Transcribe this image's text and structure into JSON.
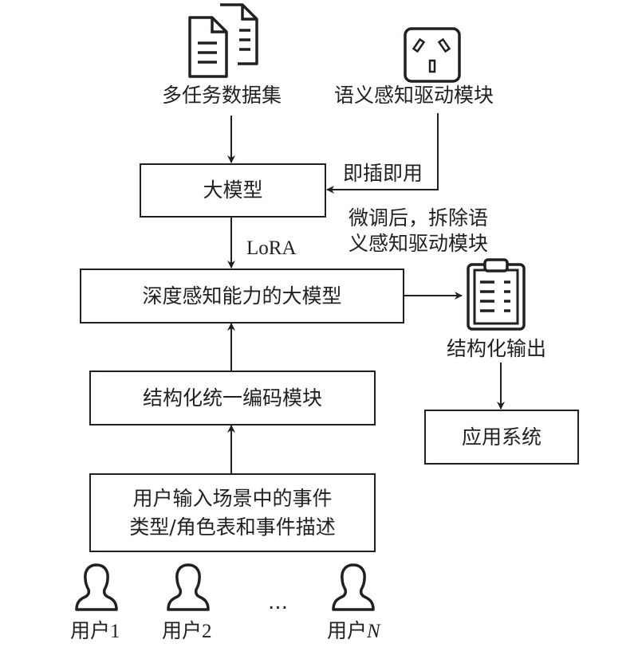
{
  "nodes": {
    "dataset_label": "多任务数据集",
    "module_label": "语义感知驱动模块",
    "plug_label": "即插即用",
    "large_model": "大模型",
    "lora_label": "LoRA",
    "remove_note_line1": "微调后，拆除语",
    "remove_note_line2": "义感知驱动模块",
    "deep_model": "深度感知能力的大模型",
    "output_label": "结构化输出",
    "encoding_module": "结构化统一编码模块",
    "app_system": "应用系统",
    "user_input_line1": "用户输入场景中的事件",
    "user_input_line2": "类型/角色表和事件描述"
  },
  "users": [
    {
      "prefix": "用户",
      "suffix": "1"
    },
    {
      "prefix": "用户",
      "suffix": "2"
    },
    {
      "prefix": "用户",
      "suffix": "N"
    }
  ],
  "ellipsis": "…",
  "colors": {
    "stroke": "#231f20",
    "background": "#ffffff"
  }
}
